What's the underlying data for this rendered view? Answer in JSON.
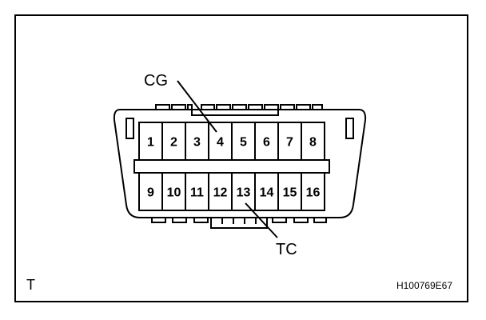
{
  "connector": {
    "top_row": [
      "1",
      "2",
      "3",
      "4",
      "5",
      "6",
      "7",
      "8"
    ],
    "bottom_row": [
      "9",
      "10",
      "11",
      "12",
      "13",
      "14",
      "15",
      "16"
    ]
  },
  "callouts": {
    "cg": "CG",
    "tc": "TC"
  },
  "corner_label": "T",
  "figure_code": "H100769E67"
}
